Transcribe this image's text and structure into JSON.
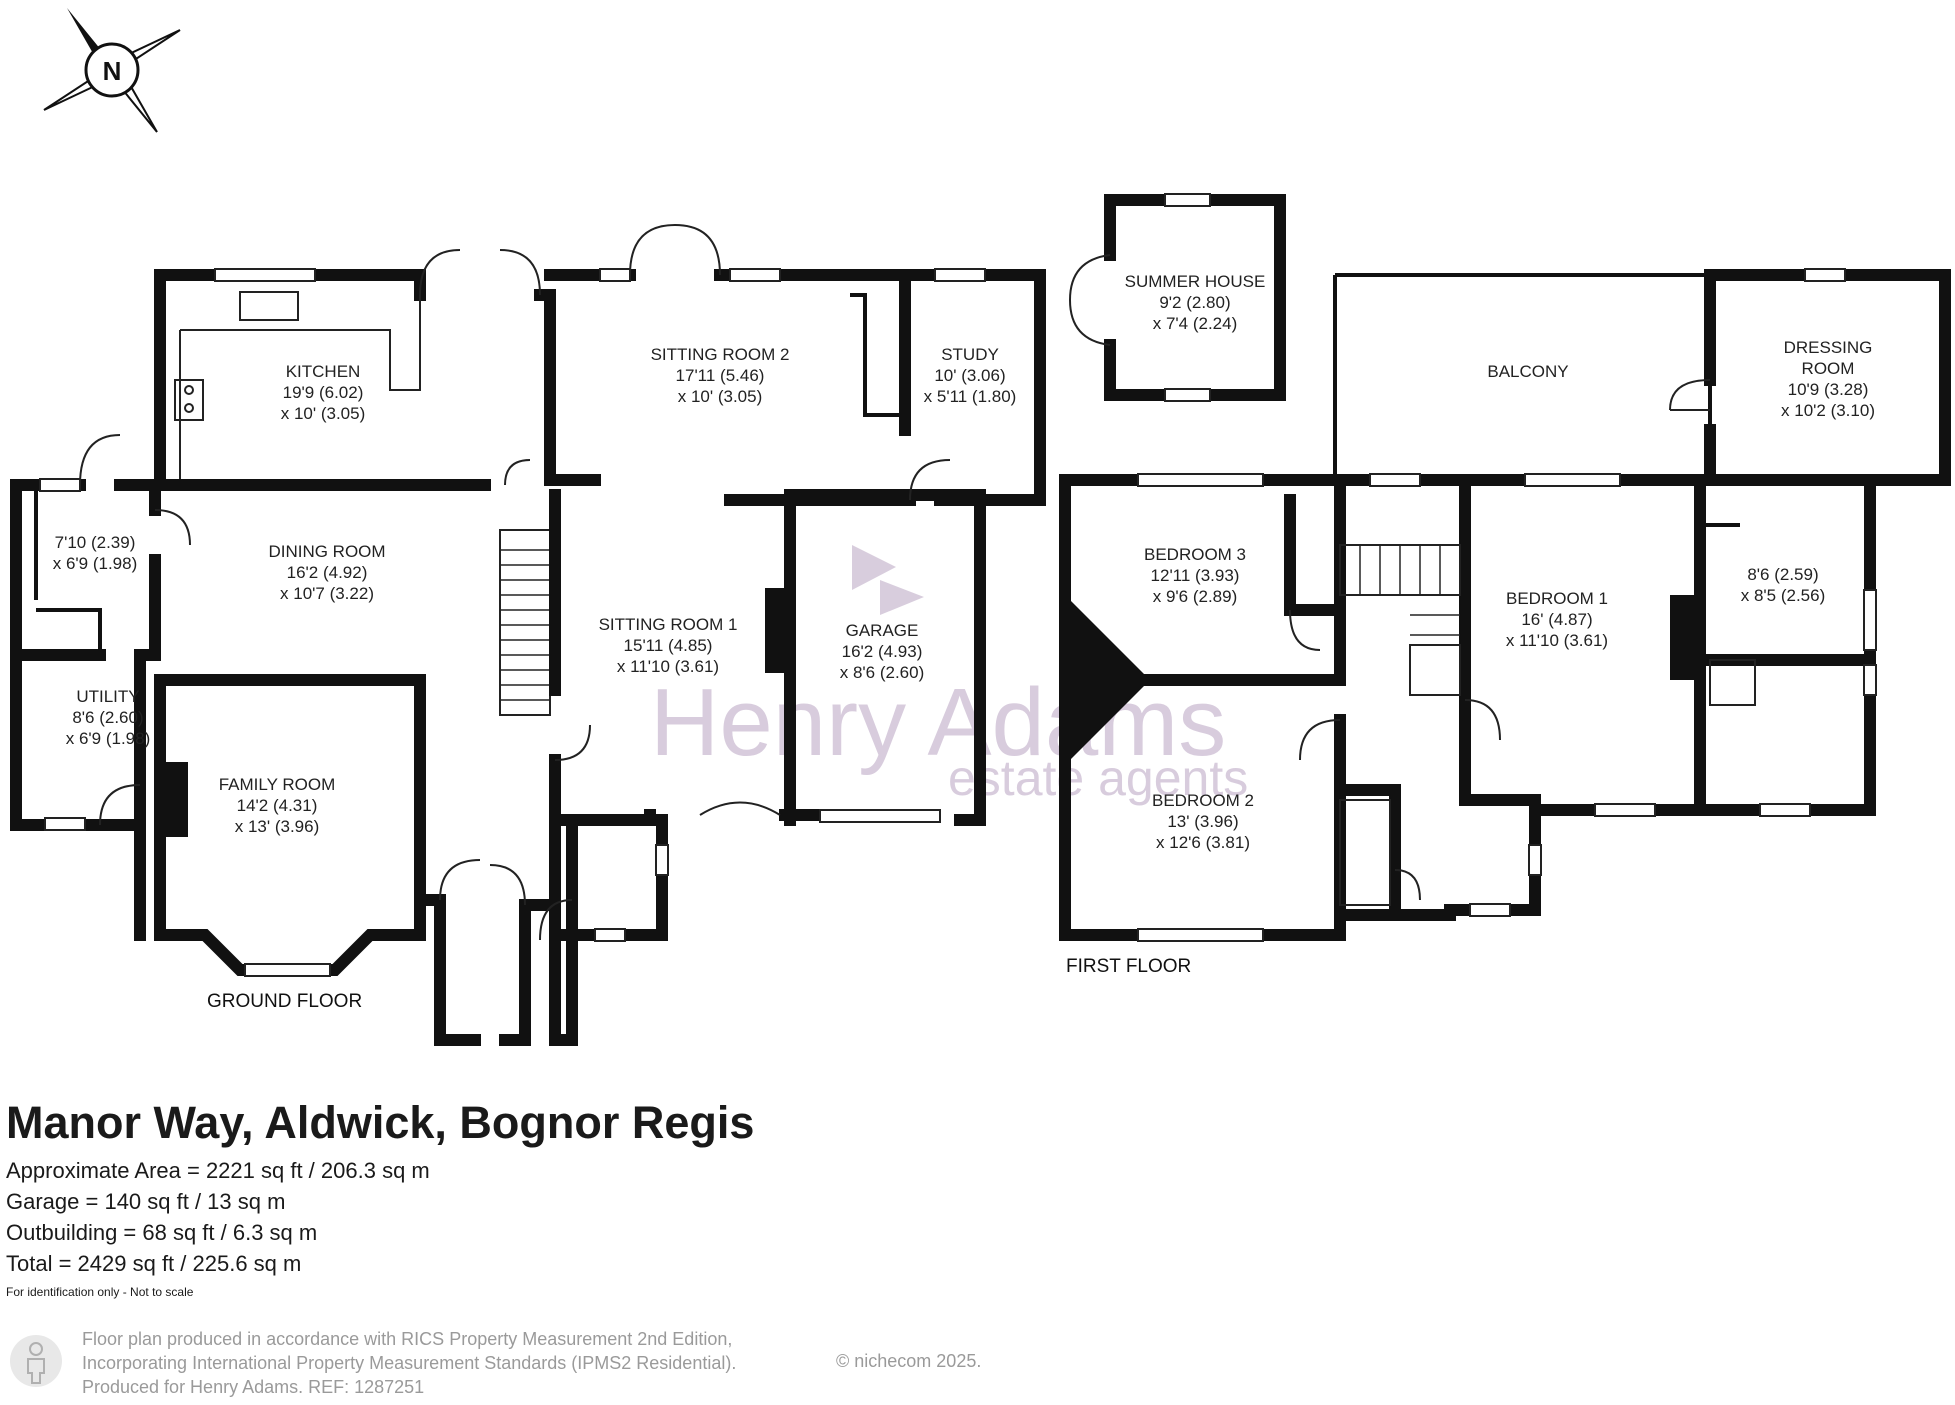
{
  "brand": {
    "name": "Henry Adams",
    "tagline": "estate agents"
  },
  "compass": {
    "letter": "N"
  },
  "floors": {
    "ground": {
      "label": "GROUND FLOOR"
    },
    "first": {
      "label": "FIRST FLOOR"
    }
  },
  "rooms": {
    "kitchen": {
      "name": "KITCHEN",
      "dim1": "19'9 (6.02)",
      "dim2": "x 10' (3.05)"
    },
    "dining": {
      "name": "DINING ROOM",
      "dim1": "16'2 (4.92)",
      "dim2": "x 10'7 (3.22)"
    },
    "utility_top": {
      "dim1": "7'10 (2.39)",
      "dim2": "x 6'9 (1.98)"
    },
    "utility": {
      "name": "UTILITY",
      "dim1": "8'6 (2.60)",
      "dim2": "x 6'9 (1.98)"
    },
    "family": {
      "name": "FAMILY ROOM",
      "dim1": "14'2 (4.31)",
      "dim2": "x 13' (3.96)"
    },
    "sitting2": {
      "name": "SITTING ROOM 2",
      "dim1": "17'11 (5.46)",
      "dim2": "x 10' (3.05)"
    },
    "study": {
      "name": "STUDY",
      "dim1": "10' (3.06)",
      "dim2": "x 5'11 (1.80)"
    },
    "sitting1": {
      "name": "SITTING ROOM 1",
      "dim1": "15'11 (4.85)",
      "dim2": "x 11'10 (3.61)"
    },
    "garage": {
      "name": "GARAGE",
      "dim1": "16'2 (4.93)",
      "dim2": "x 8'6 (2.60)"
    },
    "summer": {
      "name": "SUMMER HOUSE",
      "dim1": "9'2 (2.80)",
      "dim2": "x 7'4 (2.24)"
    },
    "balcony": {
      "name": "BALCONY"
    },
    "dressing": {
      "name1": "DRESSING",
      "name2": "ROOM",
      "dim1": "10'9 (3.28)",
      "dim2": "x 10'2 (3.10)"
    },
    "bedroom3": {
      "name": "BEDROOM 3",
      "dim1": "12'11 (3.93)",
      "dim2": "x 9'6 (2.89)"
    },
    "bedroom1": {
      "name": "BEDROOM 1",
      "dim1": "16' (4.87)",
      "dim2": "x 11'10 (3.61)"
    },
    "ensuite": {
      "dim1": "8'6 (2.59)",
      "dim2": "x 8'5 (2.56)"
    },
    "bedroom2": {
      "name": "BEDROOM 2",
      "dim1": "13' (3.96)",
      "dim2": "x 12'6 (3.81)"
    }
  },
  "property": {
    "title": "Manor Way, Aldwick, Bognor Regis",
    "areas": [
      "Approximate Area = 2221 sq ft / 206.3 sq m",
      "Garage = 140 sq ft / 13 sq m",
      "Outbuilding = 68 sq ft / 6.3 sq m",
      "Total = 2429 sq ft / 225.6 sq m"
    ],
    "note": "For identification only - Not to scale"
  },
  "footer": {
    "line1": "Floor plan produced in accordance with RICS Property Measurement 2nd Edition,",
    "line2": "Incorporating International Property Measurement Standards (IPMS2 Residential).",
    "line3": "Produced for Henry Adams.   REF: 1287251",
    "copyright": "© nichecom 2025."
  }
}
